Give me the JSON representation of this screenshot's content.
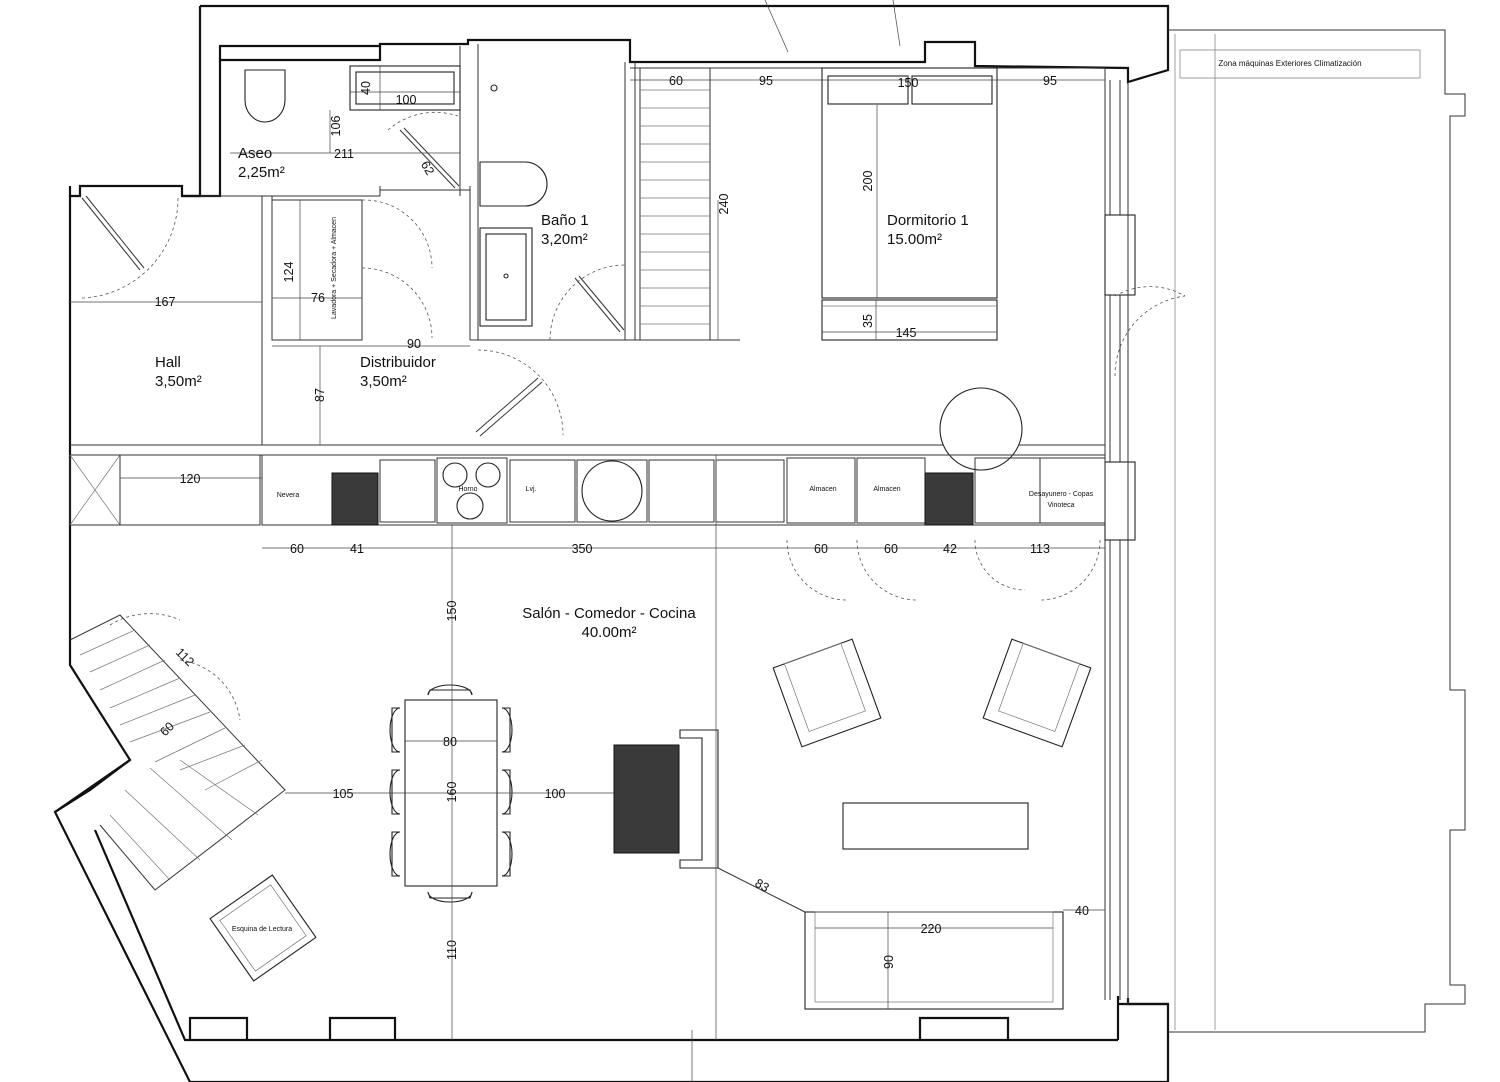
{
  "rooms": {
    "aseo": {
      "name": "Aseo",
      "area": "2,25m²"
    },
    "bano": {
      "name": "Baño 1",
      "area": "3,20m²"
    },
    "dormitorio": {
      "name": "Dormitorio 1",
      "area": "15.00m²"
    },
    "hall": {
      "name": "Hall",
      "area": "3,50m²"
    },
    "distribuidor": {
      "name": "Distribuidor",
      "area": "3,50m²"
    },
    "salon": {
      "name": "Salón - Comedor - Cocina",
      "area": "40.00m²"
    }
  },
  "labels": {
    "zona_maquinas": "Zona máquinas Exteriores Climatización",
    "lavadora": "Lavadora + Secadora + Almacen",
    "nevera": "Nevera",
    "horno": "Horno",
    "lvj": "Lvj.",
    "almacen_1": "Almacen",
    "almacen_2": "Almacen",
    "desayunero": "Desayunero - Copas",
    "vinoteca": "Vinoteca",
    "esquina": "Esquina de Lectura"
  },
  "dimensions": {
    "d40": "40",
    "d100": "100",
    "d106": "106",
    "d211": "211",
    "d62": "62",
    "d60_top": "60",
    "d95_a": "95",
    "d150_top": "150",
    "d95_b": "95",
    "d200": "200",
    "d240": "240",
    "d124": "124",
    "d76": "76",
    "d167": "167",
    "d90_dist": "90",
    "d35": "35",
    "d145": "145",
    "d87": "87",
    "d120": "120",
    "d60_k1": "60",
    "d41": "41",
    "d350": "350",
    "d60_k2": "60",
    "d60_k3": "60",
    "d42": "42",
    "d113": "113",
    "d150_mid": "150",
    "d112": "112",
    "d60_stair": "60",
    "d80": "80",
    "d160": "160",
    "d105": "105",
    "d100_mid": "100",
    "d83": "83",
    "d40_right": "40",
    "d220": "220",
    "d90_sofa": "90",
    "d110": "110"
  }
}
